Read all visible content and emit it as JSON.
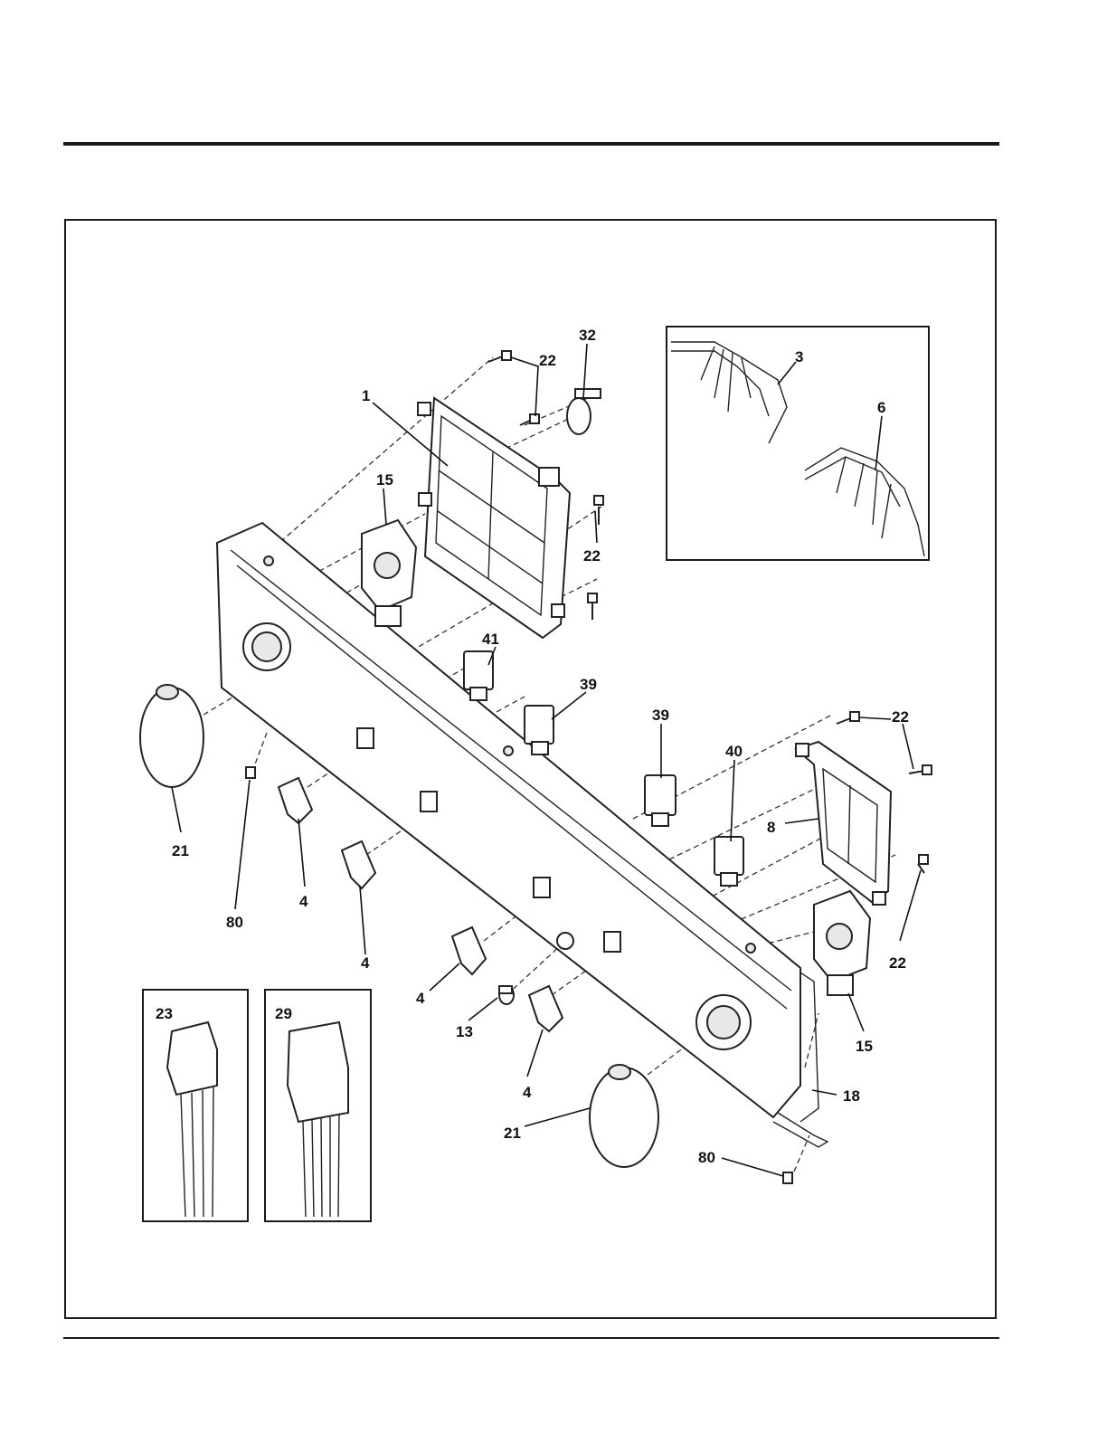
{
  "diagram": {
    "callouts": {
      "c1": "1",
      "c3": "3",
      "c4a": "4",
      "c4b": "4",
      "c4c": "4",
      "c4d": "4",
      "c6": "6",
      "c8": "8",
      "c13": "13",
      "c15a": "15",
      "c15b": "15",
      "c18": "18",
      "c21a": "21",
      "c21b": "21",
      "c22a": "22",
      "c22b": "22",
      "c22c": "22",
      "c22d": "22",
      "c23": "23",
      "c29": "29",
      "c32": "32",
      "c39a": "39",
      "c39b": "39",
      "c40": "40",
      "c41": "41",
      "c80a": "80",
      "c80b": "80"
    }
  }
}
